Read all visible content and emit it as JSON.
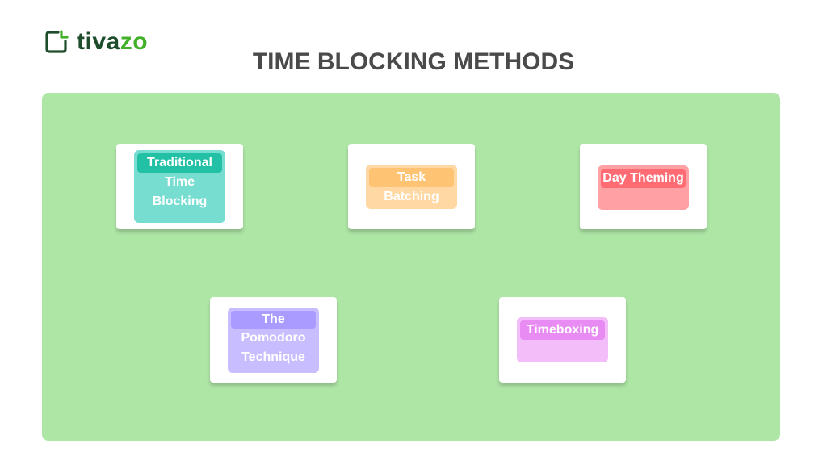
{
  "logo": {
    "text_dark": "tiva",
    "text_light": "zo",
    "icon": "document-corner-icon",
    "colors": {
      "dark": "#1e4d2b",
      "light": "#43b02a"
    }
  },
  "title": "TIME BLOCKING METHODS",
  "panel_color": "#aee6a6",
  "methods": [
    {
      "head": "Traditional",
      "rest": [
        "Time",
        "Blocking"
      ],
      "head_color": "#22c1a6",
      "body_color": "#76ddd0"
    },
    {
      "head": "Task",
      "rest": [
        "Batching"
      ],
      "head_color": "#ffc374",
      "body_color": "#ffd8a3"
    },
    {
      "head": "Day Theming",
      "rest": [],
      "head_color": "#ff6b73",
      "body_color": "#ffa0a4"
    },
    {
      "head": "The",
      "rest": [
        "Pomodoro",
        "Technique"
      ],
      "head_color": "#a99bff",
      "body_color": "#c7bdff"
    },
    {
      "head": "Timeboxing",
      "rest": [],
      "head_color": "#e88cf3",
      "body_color": "#f3bdfa"
    }
  ]
}
